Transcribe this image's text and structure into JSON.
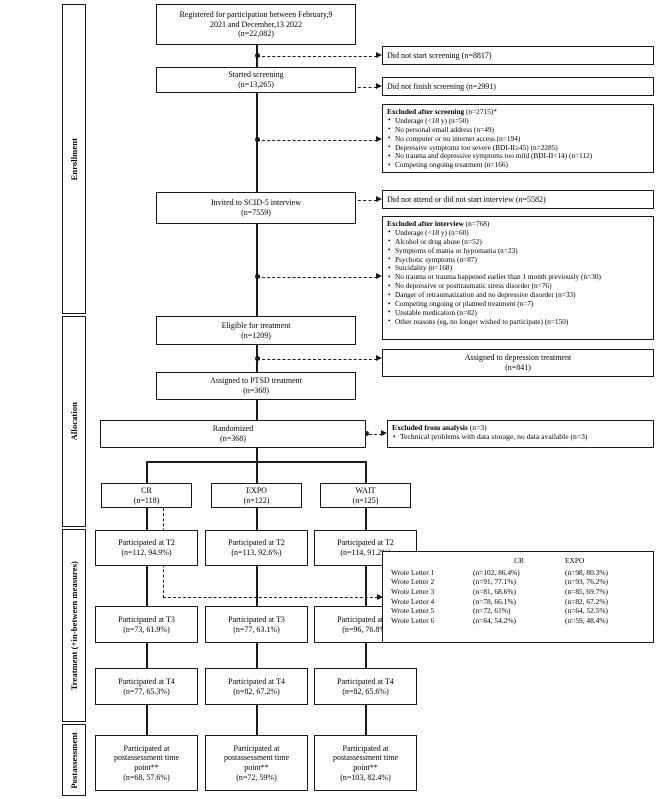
{
  "figure": {
    "type": "consort-flow-diagram",
    "title": "Participant flow diagram"
  },
  "phases": [
    {
      "label": "Enrollment"
    },
    {
      "label": "Allocation"
    },
    {
      "label": "Treatment (+in-between measures)"
    },
    {
      "label": "Postassessment"
    }
  ],
  "nodes": {
    "registered": {
      "line1": "Registered for participation between February,9",
      "line2": "2021 and December,13 2022",
      "line3": "(n=22,082)"
    },
    "started_screening": {
      "line1": "Started screening",
      "line2": "(n=13,265)"
    },
    "invited_scid": {
      "line1": "Invited to SCID-5 interview",
      "line2": "(n=7559)"
    },
    "eligible": {
      "line1": "Eligible for treatment",
      "line2": "(n=1209)"
    },
    "assigned_depression": {
      "line1": "Assigned to depression treatment",
      "line2": "(n=841)"
    },
    "assigned_ptsd": {
      "line1": "Assigned to PTSD treatment",
      "line2": "(n=368)"
    },
    "randomized": {
      "line1": "Randomized",
      "line2": "(n=368)"
    },
    "did_not_start_screening": {
      "text": "Did not start screening (n=8817)"
    },
    "did_not_finish_screening": {
      "text": "Did not finish screening (n=2991)"
    },
    "excluded_after_screening": {
      "header_bold": "Excluded after screening",
      "header_tail": " (n=2715)*",
      "items": [
        "Underage (<18 y) (n=50)",
        "No personal email address (n=49)",
        "No computer or no internet access (n=194)",
        "Depressive symptoms too severe (BDI-II≥45) (n=2285)",
        "No trauma and depressive symptoms too mild (BDI-II<14) (n=112)",
        "Competing ongoing treatment (n=166)"
      ]
    },
    "did_not_attend_interview": {
      "text": "Did not attend or did not start interview (n=5582)"
    },
    "excluded_after_interview": {
      "header_bold": "Excluded after interview",
      "header_tail": " (n=768)",
      "items": [
        "Underage (<18 y) (n=60)",
        "Alcohol or drug abuse (n=52)",
        "Symptoms of mania or hypomania (n=23)",
        "Psychotic symptoms (n=87)",
        "Suicidality (n=168)",
        "No trauma or trauma happened earlier than 1 month previously (n=30)",
        "No depressive or posttraumatic stress disorder (n=76)",
        "Danger of retraumatization and no depressive disorder (n=33)",
        "Competing ongoing or planned treatment (n=7)",
        "Unstable medication (n=82)",
        "Other reasons (eg, no longer wished to participate) (n=150)"
      ]
    },
    "excluded_from_analysis": {
      "header_bold": "Excluded from analysis",
      "header_tail": " (n=3)",
      "items": [
        "Technical problems with data storage, no data available (n=3)"
      ]
    }
  },
  "arms": [
    {
      "name": "CR",
      "n": "(n=118)",
      "t2_label": "Participated at T2",
      "t2_n": "(n=112, 94.9%)",
      "t3_label": "Participated at T3",
      "t3_n": "(n=73, 61.9%)",
      "t4_label": "Participated at T4",
      "t4_n": "(n=77, 65.3%)",
      "post_l1": "Participated at",
      "post_l2": "postassessment time",
      "post_l3": "point**",
      "post_n": "(n=68, 57.6%)"
    },
    {
      "name": "EXPO",
      "n": "(n=122)",
      "t2_label": "Participated at T2",
      "t2_n": "(n=113, 92.6%)",
      "t3_label": "Participated at T3",
      "t3_n": "(n=77, 63.1%)",
      "t4_label": "Participated at T4",
      "t4_n": "(n=82, 67.2%)",
      "post_l1": "Participated at",
      "post_l2": "postassessment time",
      "post_l3": "point**",
      "post_n": "(n=72, 59%)"
    },
    {
      "name": "WAIT",
      "n": "(n=125)",
      "t2_label": "Participated at T2",
      "t2_n": "(n=114, 91.2%)",
      "t3_label": "Participated at T3",
      "t3_n": "(n=96, 76.8%)",
      "t4_label": "Participated at T4",
      "t4_n": "(n=82, 65.6%)",
      "post_l1": "Participated at",
      "post_l2": "postassessment time",
      "post_l3": "point**",
      "post_n": "(n=103, 82.4%)"
    }
  ],
  "letters_table": {
    "columns": [
      "",
      "CR",
      "EXPO"
    ],
    "rows": [
      {
        "label": "Wrote Letter 1",
        "cr": "(n=102, 86.4%)",
        "expo": "(n=98, 80.3%)"
      },
      {
        "label": "Wrote Letter 2",
        "cr": "(n=91, 77.1%)",
        "expo": "(n=93, 76.2%)"
      },
      {
        "label": "Wrote Letter 3",
        "cr": "(n=81, 68.6%)",
        "expo": "(n=85, 69.7%)"
      },
      {
        "label": "Wrote Letter 4",
        "cr": "(n=78, 66.1%)",
        "expo": "(n=82, 67.2%)"
      },
      {
        "label": "Wrote Letter 5",
        "cr": "(n=72, 61%)",
        "expo": "(n=64, 52.5%)"
      },
      {
        "label": "Wrote Letter 6",
        "cr": "(n=64, 54.2%)",
        "expo": "(n=59, 48.4%)"
      }
    ]
  },
  "colors": {
    "border": "#1a1a1a",
    "background": "#ffffff",
    "text": "#000000"
  }
}
